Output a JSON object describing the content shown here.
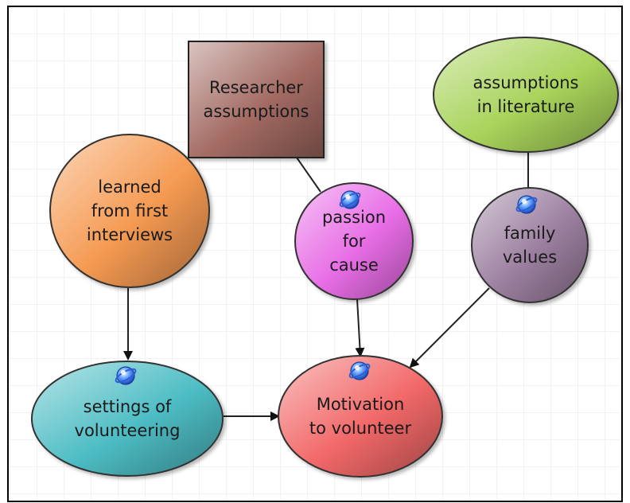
{
  "diagram": {
    "nodes": {
      "researcher": {
        "lines": [
          "Researcher",
          "assumptions"
        ]
      },
      "literature": {
        "lines": [
          "assumptions",
          "in literature"
        ]
      },
      "interviews": {
        "lines": [
          "learned",
          "from first",
          "interviews"
        ]
      },
      "passion": {
        "lines": [
          "passion",
          "for",
          "cause"
        ]
      },
      "family": {
        "lines": [
          "family",
          "values"
        ]
      },
      "settings": {
        "lines": [
          "settings of",
          "volunteering"
        ]
      },
      "motivation": {
        "lines": [
          "Motivation",
          "to volunteer"
        ]
      }
    },
    "edges": [
      {
        "from": "researcher",
        "to": "passion",
        "arrow": false
      },
      {
        "from": "literature",
        "to": "family",
        "arrow": false
      },
      {
        "from": "interviews",
        "to": "settings",
        "arrow": true
      },
      {
        "from": "passion",
        "to": "motivation",
        "arrow": true
      },
      {
        "from": "family",
        "to": "motivation",
        "arrow": true
      },
      {
        "from": "settings",
        "to": "motivation",
        "arrow": true
      }
    ],
    "colors": {
      "background": "#ffffff",
      "grid": "#e4e4e4",
      "frame": "#000000",
      "researcher": "#a36b63",
      "literature": "#a8d35a",
      "interviews": "#f59a52",
      "passion": "#e86de6",
      "family": "#9b7f9f",
      "settings": "#4dbdc4",
      "motivation": "#f26868"
    },
    "icon_nodes": [
      "passion",
      "family",
      "settings",
      "motivation"
    ],
    "icon_name": "link-globe-icon"
  }
}
